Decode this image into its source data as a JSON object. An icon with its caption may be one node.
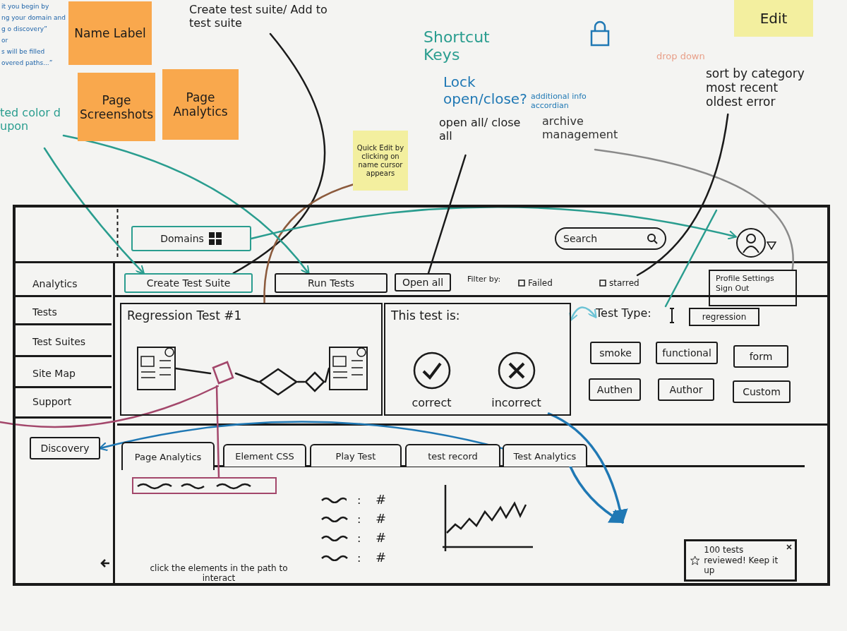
{
  "diagram": {
    "nodes": [
      {
        "text": [
          "Name Label"
        ]
      },
      {
        "text": [
          "Page Screenshots"
        ]
      },
      {
        "text": [
          "Page Analytics"
        ]
      },
      {
        "text": [
          "Create test suite/ Add to test suite"
        ]
      },
      {
        "text": [
          "Quick Edit by clicking on name cursor appears"
        ]
      },
      {
        "text": [
          "open all/ close all"
        ]
      },
      {
        "text": [
          "archive management"
        ]
      },
      {
        "text": [
          "drop down",
          "sort by category most recent oldest error"
        ]
      },
      {
        "text": [
          "Edit"
        ]
      },
      {
        "text": [
          "ted color d upon"
        ]
      },
      {
        "text": [],
        "shape": "box"
      },
      {
        "text": [
          "Domains"
        ],
        "in": 10
      },
      {
        "text": [
          "Search"
        ],
        "in": 10
      },
      {
        "text": [],
        "shape": "person",
        "in": 10
      },
      {
        "text": [
          "Analytics"
        ],
        "in": 10
      },
      {
        "text": [
          "Tests"
        ],
        "in": 10
      },
      {
        "text": [
          "Test Suites"
        ],
        "in": 10
      },
      {
        "text": [
          "Site Map"
        ],
        "in": 10
      },
      {
        "text": [
          "Support"
        ],
        "in": 10
      },
      {
        "text": [
          "Discovery"
        ],
        "in": 10
      },
      {
        "text": [
          "Create Test Suite"
        ],
        "in": 10
      },
      {
        "text": [
          "Run Tests"
        ],
        "in": 10
      },
      {
        "text": [
          "Open all"
        ],
        "in": 10
      },
      {
        "text": [
          "Failed"
        ],
        "in": 10
      },
      {
        "text": [
          "starred"
        ],
        "in": 10
      },
      {
        "text": [
          "Profile Settings Sign Out"
        ],
        "in": 10
      },
      {
        "text": [
          "Regression Test #1"
        ],
        "in": 10
      },
      {
        "text": [],
        "shape": "picture",
        "in": 26
      },
      {
        "text": [],
        "shape": "diamond",
        "in": 26
      },
      {
        "text": [],
        "shape": "diamond",
        "in": 26
      },
      {
        "text": [],
        "shape": "diamond",
        "in": 26
      },
      {
        "text": [],
        "shape": "picture",
        "in": 26
      },
      {
        "text": [
          "This test is:"
        ],
        "in": 10
      },
      {
        "text": [
          "correct"
        ],
        "in": 32
      },
      {
        "text": [
          "incorrect"
        ],
        "in": 32
      },
      {
        "text": [
          "Test Type:"
        ],
        "in": 10
      },
      {
        "text": [
          "regression"
        ],
        "in": 10
      },
      {
        "text": [
          "smoke"
        ],
        "in": 10
      },
      {
        "text": [
          "functional"
        ],
        "in": 10
      },
      {
        "text": [
          "form"
        ],
        "in": 10
      },
      {
        "text": [
          "Authen"
        ],
        "in": 10
      },
      {
        "text": [
          "Author"
        ],
        "in": 10
      },
      {
        "text": [
          "Custom"
        ],
        "in": 10
      },
      {
        "text": [
          "Page Analytics"
        ],
        "in": 10
      },
      {
        "text": [
          "Element CSS"
        ],
        "in": 10
      },
      {
        "text": [
          "Play Test"
        ],
        "in": 10
      },
      {
        "text": [
          "test record"
        ],
        "in": 10
      },
      {
        "text": [
          "Test Analytics"
        ],
        "in": 10
      },
      {
        "text": [],
        "shape": "box",
        "in": 10
      },
      {
        "text": [
          "100 tests reviewed! Keep it up"
        ],
        "in": 10
      }
    ],
    "edges": [
      {
        "from": 3,
        "to": 20,
        "arrow": "none"
      },
      {
        "from": 4,
        "to": 26,
        "arrow": "none",
        "color": "#8b5a3c"
      },
      {
        "from": 9,
        "to": 20,
        "arrow": "to",
        "color": "#2a9d8f"
      },
      {
        "from": 9,
        "to": 21,
        "arrow": "to",
        "color": "#2a9d8f"
      },
      {
        "from": 11,
        "to": 13,
        "arrow": "to",
        "color": "#2a9d8f"
      },
      {
        "from": 5,
        "to": 22,
        "arrow": "none"
      },
      {
        "from": 6,
        "to": 25,
        "arrow": "none",
        "color": "#8a8a8a"
      },
      {
        "from": 7,
        "to": 24,
        "arrow": "none"
      },
      {
        "from": 35,
        "to": null,
        "arrow": "none",
        "color": "#2a9d8f"
      },
      {
        "from": 32,
        "to": 35,
        "arrow": "both",
        "color": "#6cc3d5"
      },
      {
        "from": 47,
        "to": 19,
        "arrow": "to",
        "color": "#1f78b4"
      },
      {
        "from": 34,
        "to": null,
        "arrow": "to",
        "color": "#1f78b4"
      },
      {
        "from": 47,
        "to": null,
        "arrow": "to",
        "color": "#1f78b4"
      },
      {
        "from": null,
        "to": 28,
        "arrow": "none",
        "color": "#a3476b"
      },
      {
        "from": 28,
        "to": 48,
        "arrow": "none",
        "color": "#a3476b"
      },
      {
        "from": 27,
        "to": 28,
        "arrow": "none"
      },
      {
        "from": 28,
        "to": 29,
        "arrow": "none"
      },
      {
        "from": 29,
        "to": 30,
        "arrow": "none"
      },
      {
        "from": 30,
        "to": 31,
        "arrow": "none"
      }
    ],
    "labels": [
      "it you begin by",
      "ng your domain and",
      "g o discovery”",
      "or",
      "s will be filled",
      "overed paths...”",
      "Shortcut Keys",
      "Lock open/close?",
      "additional info accordian",
      "Filter by:",
      ":",
      "#",
      ":",
      "#",
      ":",
      "#",
      ":",
      "#",
      "click the elements in the path to interact"
    ]
  }
}
